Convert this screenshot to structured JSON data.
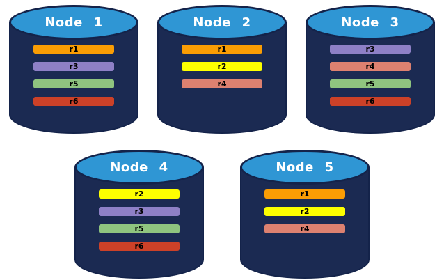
{
  "canvas": {
    "background": "#ffffff"
  },
  "palette": {
    "cylinder_body": "#1b2a52",
    "cylinder_outline": "#14234a",
    "cylinder_top_fill": "#2f96d4",
    "node_label_color": "#ffffff",
    "bar_label_color": "#000000"
  },
  "replica_colors": {
    "r1": "#fa9d04",
    "r2": "#fdff00",
    "r3": "#8e80c6",
    "r4": "#dd8170",
    "r5": "#8fc47f",
    "r6": "#cc4128"
  },
  "nodes": [
    {
      "label": "Node 1",
      "replicas": [
        "r1",
        "r3",
        "r5",
        "r6"
      ]
    },
    {
      "label": "Node 2",
      "replicas": [
        "r1",
        "r2",
        "r4"
      ]
    },
    {
      "label": "Node 3",
      "replicas": [
        "r3",
        "r4",
        "r5",
        "r6"
      ]
    },
    {
      "label": "Node 4",
      "replicas": [
        "r2",
        "r3",
        "r5",
        "r6"
      ]
    },
    {
      "label": "Node 5",
      "replicas": [
        "r1",
        "r2",
        "r4"
      ]
    }
  ],
  "layout": {
    "rows": [
      [
        0,
        1,
        2
      ],
      [
        3,
        4
      ]
    ]
  }
}
